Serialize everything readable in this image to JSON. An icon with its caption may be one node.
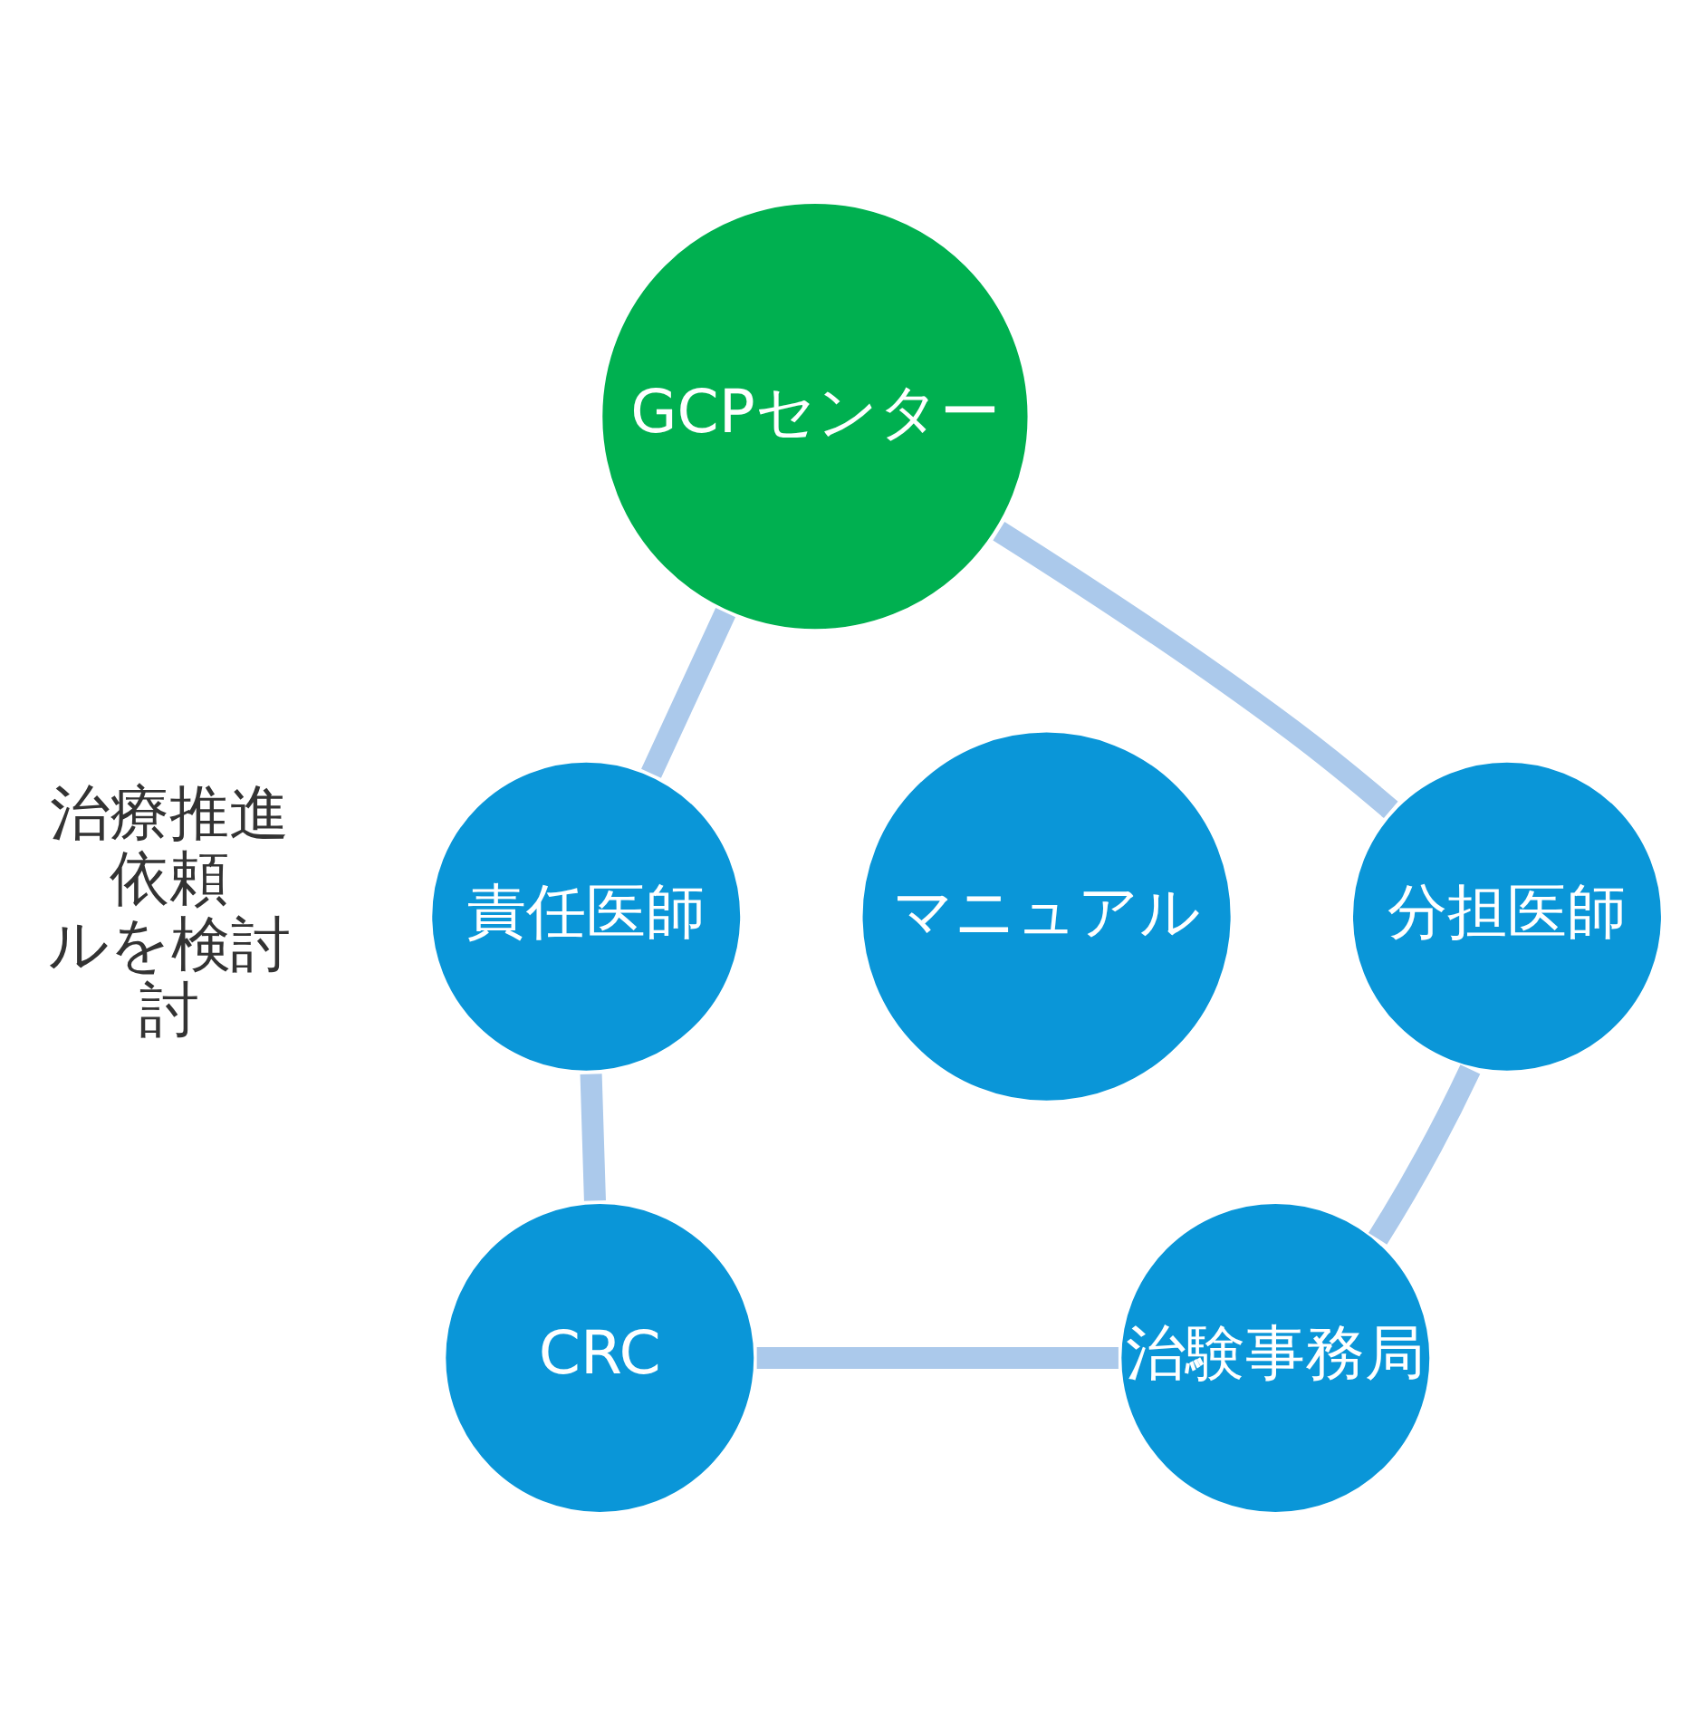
{
  "diagram": {
    "nodes": [
      {
        "text": [
          "GCPセンター"
        ]
      },
      {
        "text": [
          "責任医師"
        ]
      },
      {
        "text": [
          "CRC"
        ]
      },
      {
        "text": [
          "治験事務局"
        ]
      },
      {
        "text": [
          "分担医師"
        ]
      },
      {
        "text": [
          "マニュアル"
        ]
      }
    ],
    "edges": [
      {
        "from": 0,
        "to": 1,
        "arrow": "none"
      },
      {
        "from": 1,
        "to": 2,
        "arrow": "none"
      },
      {
        "from": 2,
        "to": 3,
        "arrow": "none"
      },
      {
        "from": 3,
        "to": 4,
        "arrow": "none"
      },
      {
        "from": 4,
        "to": 0,
        "arrow": "none"
      }
    ],
    "labels": [
      "治療推進",
      "依頼",
      "ルを検討",
      "討"
    ]
  }
}
